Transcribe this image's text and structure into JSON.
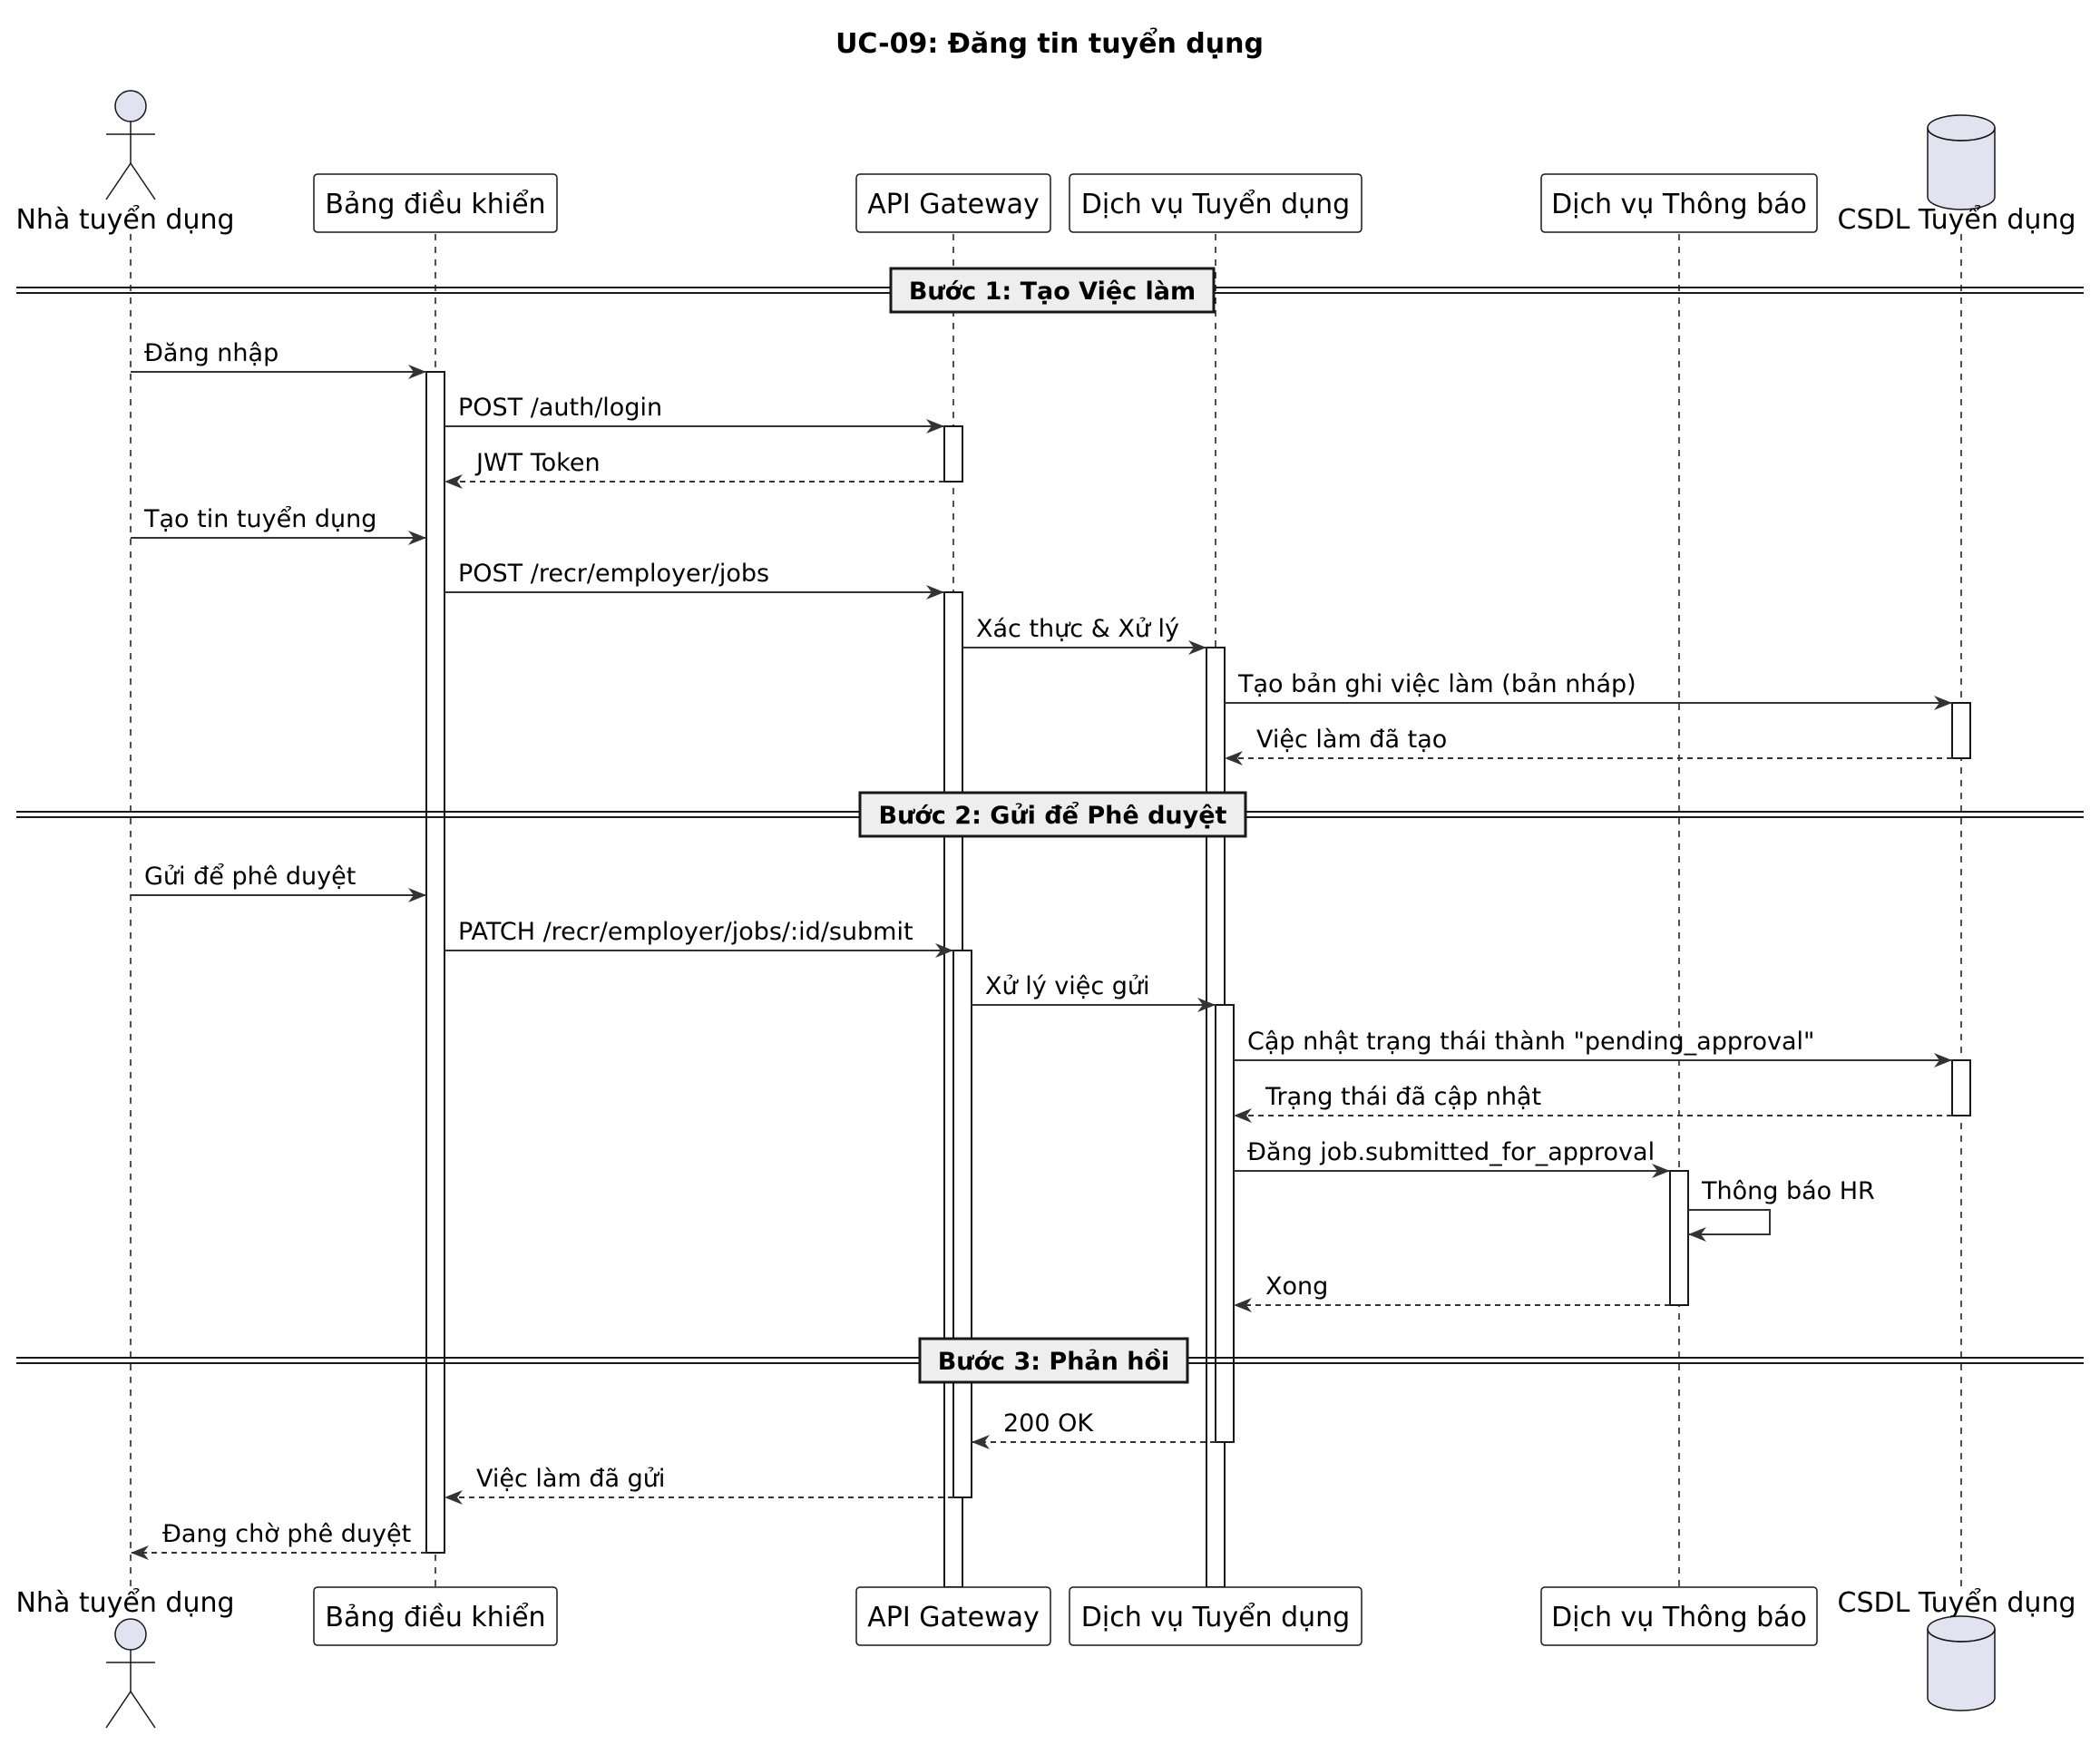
{
  "title": "UC-09: Đăng tin tuyển dụng",
  "colors": {
    "actor_fill": "#e2e2f0",
    "line": "#181818",
    "arrow": "#333333",
    "divider_fill": "#eeeeee",
    "box_stroke": "#181818"
  },
  "participants": [
    {
      "id": "recruiter",
      "label": "Nhà tuyển dụng",
      "type": "actor"
    },
    {
      "id": "dashboard",
      "label": "Bảng điều khiển",
      "type": "box"
    },
    {
      "id": "gateway",
      "label": "API Gateway",
      "type": "box"
    },
    {
      "id": "recruit_svc",
      "label": "Dịch vụ Tuyển dụng",
      "type": "box"
    },
    {
      "id": "notify_svc",
      "label": "Dịch vụ Thông báo",
      "type": "box"
    },
    {
      "id": "db",
      "label": "CSDL Tuyển dụng",
      "type": "database"
    }
  ],
  "dividers": [
    {
      "label": "Bước 1: Tạo Việc làm"
    },
    {
      "label": "Bước 2: Gửi để Phê duyệt"
    },
    {
      "label": "Bước 3: Phản hồi"
    }
  ],
  "messages": [
    {
      "from": "recruiter",
      "to": "dashboard",
      "label": "Đăng nhập",
      "style": "solid"
    },
    {
      "from": "dashboard",
      "to": "gateway",
      "label": "POST /auth/login",
      "style": "solid"
    },
    {
      "from": "gateway",
      "to": "dashboard",
      "label": "JWT Token",
      "style": "dashed"
    },
    {
      "from": "recruiter",
      "to": "dashboard",
      "label": "Tạo tin tuyển dụng",
      "style": "solid"
    },
    {
      "from": "dashboard",
      "to": "gateway",
      "label": "POST /recr/employer/jobs",
      "style": "solid"
    },
    {
      "from": "gateway",
      "to": "recruit_svc",
      "label": "Xác thực & Xử lý",
      "style": "solid"
    },
    {
      "from": "recruit_svc",
      "to": "db",
      "label": "Tạo bản ghi việc làm (bản nháp)",
      "style": "solid"
    },
    {
      "from": "db",
      "to": "recruit_svc",
      "label": "Việc làm đã tạo",
      "style": "dashed"
    },
    {
      "from": "recruiter",
      "to": "dashboard",
      "label": "Gửi để phê duyệt",
      "style": "solid"
    },
    {
      "from": "dashboard",
      "to": "gateway",
      "label": "PATCH /recr/employer/jobs/:id/submit",
      "style": "solid"
    },
    {
      "from": "gateway",
      "to": "recruit_svc",
      "label": "Xử lý việc gửi",
      "style": "solid"
    },
    {
      "from": "recruit_svc",
      "to": "db",
      "label": "Cập nhật trạng thái thành \"pending_approval\"",
      "style": "solid"
    },
    {
      "from": "db",
      "to": "recruit_svc",
      "label": "Trạng thái đã cập nhật",
      "style": "dashed"
    },
    {
      "from": "recruit_svc",
      "to": "notify_svc",
      "label": "Đăng job.submitted_for_approval",
      "style": "solid"
    },
    {
      "from": "notify_svc",
      "to": "notify_svc",
      "label": "Thông báo HR",
      "style": "solid"
    },
    {
      "from": "notify_svc",
      "to": "recruit_svc",
      "label": "Xong",
      "style": "dashed"
    },
    {
      "from": "recruit_svc",
      "to": "gateway",
      "label": "200 OK",
      "style": "dashed"
    },
    {
      "from": "gateway",
      "to": "dashboard",
      "label": "Việc làm đã gửi",
      "style": "dashed"
    },
    {
      "from": "dashboard",
      "to": "recruiter",
      "label": "Đang chờ phê duyệt",
      "style": "dashed"
    }
  ]
}
